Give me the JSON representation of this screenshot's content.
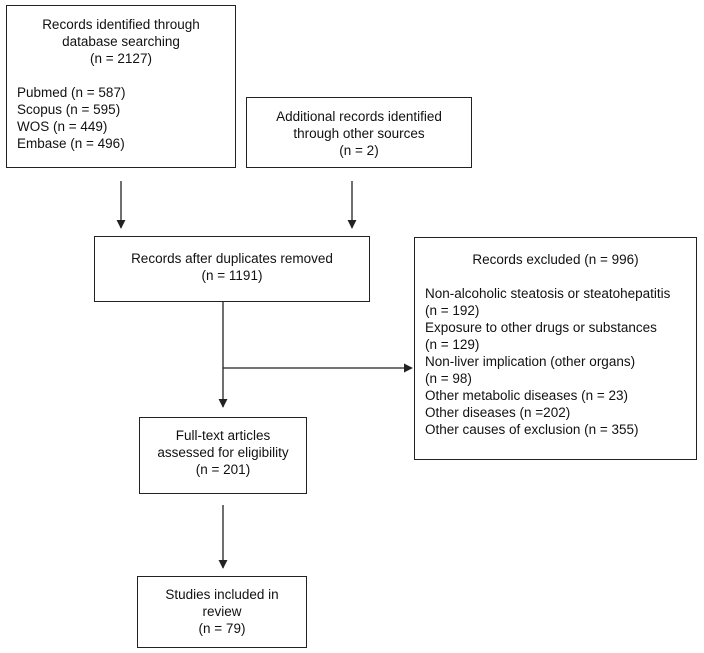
{
  "identified": {
    "title_lines": [
      "Records identified through",
      "database searching",
      "(n = 2127)"
    ],
    "sources": [
      "Pubmed (n = 587)",
      "Scopus (n = 595)",
      "WOS (n = 449)",
      "Embase (n = 496)"
    ]
  },
  "additional": {
    "lines": [
      "Additional records identified",
      "through other sources",
      "(n = 2)"
    ]
  },
  "after_duplicates": {
    "lines": [
      "Records after duplicates removed",
      "(n = 1191)"
    ]
  },
  "excluded": {
    "title": "Records excluded (n = 996)",
    "reasons": [
      "Non-alcoholic steatosis or steatohepatitis",
      "(n = 192)",
      "Exposure to other drugs or substances",
      "(n = 129)",
      "Non-liver implication (other organs)",
      "(n = 98)",
      "Other metabolic diseases (n = 23)",
      "Other diseases (n =202)",
      "Other causes of exclusion (n = 355)"
    ]
  },
  "full_text": {
    "lines": [
      "Full-text articles",
      "assessed for eligibility",
      "(n = 201)"
    ]
  },
  "included": {
    "lines": [
      "Studies included in",
      "review",
      "(n = 79)"
    ]
  }
}
